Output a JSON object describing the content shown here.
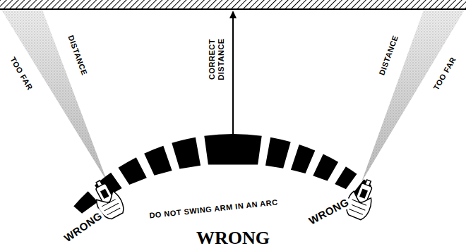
{
  "diagram": {
    "labels": [
      "TOO FAR",
      "DISTANCE",
      "CORRECT DISTANCE",
      "DISTANCE",
      "TOO FAR",
      "WRONG",
      "DO NOT SWING ARM IN AN ARC",
      "WRONG",
      "WRONG"
    ]
  }
}
